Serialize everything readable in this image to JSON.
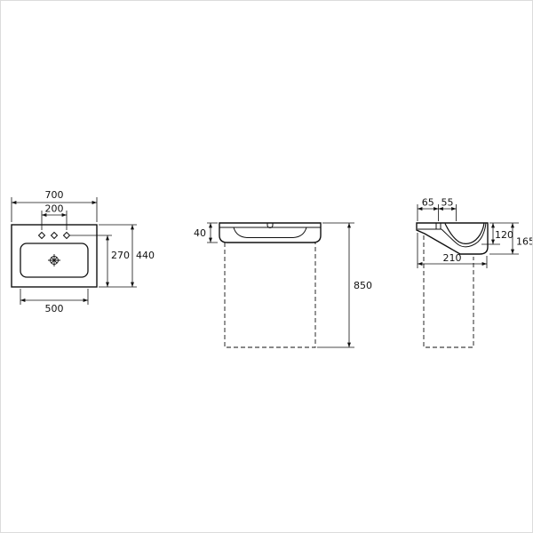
{
  "page": {
    "background": "#ffffff",
    "line_color": "#111111"
  },
  "diagram": {
    "type": "washbasin-dimension-drawing",
    "top_view": {
      "overall_width": "700",
      "tap_hole_spacing": "200",
      "bowl_front_depth": "270",
      "overall_depth": "440",
      "bowl_width": "500"
    },
    "front_view": {
      "rim_height": "40",
      "installation_height": "850"
    },
    "side_view": {
      "back_to_tap": "65",
      "tap_to_bowl": "55",
      "bowl_inner_depth": "120",
      "front_height": "165",
      "bowl_depth": "210"
    }
  }
}
